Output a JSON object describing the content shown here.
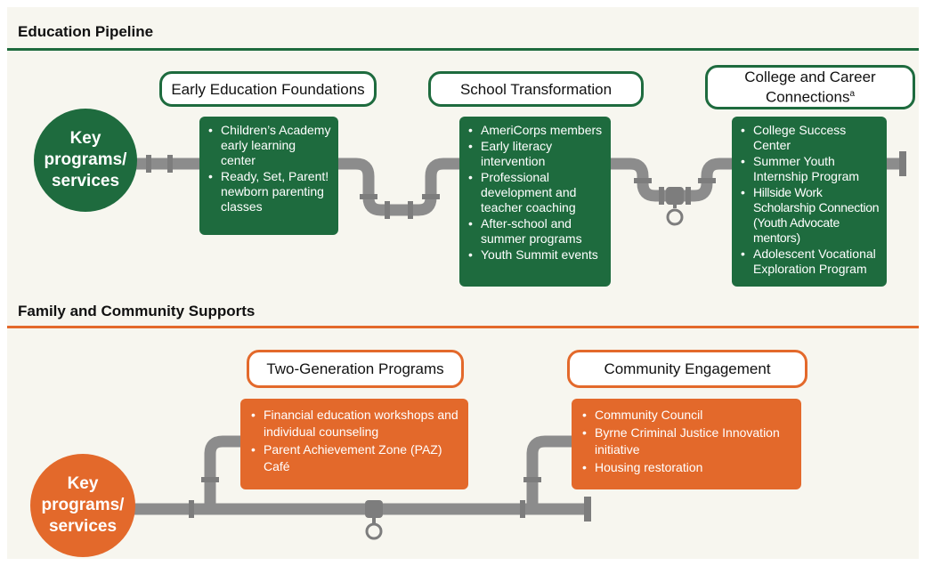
{
  "education": {
    "title": "Education Pipeline",
    "key_label_lines": [
      "Key",
      "programs/",
      "services"
    ],
    "stages": [
      {
        "header": [
          "Early Education Foundations"
        ],
        "items": [
          "Children’s Academy early learning center",
          "Ready, Set, Parent! newborn parenting classes"
        ]
      },
      {
        "header": [
          "School Transformation"
        ],
        "items": [
          "AmeriCorps members",
          "Early literacy intervention",
          "Professional development and teacher coaching",
          "After-school and summer programs",
          "Youth Summit events"
        ]
      },
      {
        "header": [
          "College and Career",
          "Connections"
        ],
        "header_sup": "a",
        "items": [
          "College Success Center",
          "Summer Youth Internship Program",
          "Hillside Work Scholarship Connection (Youth Advocate mentors)",
          "Adolescent Vocational Exploration Program"
        ]
      }
    ]
  },
  "family": {
    "title": "Family and Community Supports",
    "key_label_lines": [
      "Key",
      "programs/",
      "services"
    ],
    "stages": [
      {
        "header": [
          "Two-Generation Programs"
        ],
        "items": [
          "Financial education workshops and individual counseling",
          "Parent Achievement Zone (PAZ) Café"
        ]
      },
      {
        "header": [
          "Community Engagement"
        ],
        "items": [
          "Community Council",
          "Byrne Criminal Justice Innovation initiative",
          "Housing restoration"
        ]
      }
    ]
  },
  "colors": {
    "green": "#1e6b3e",
    "orange": "#e3692b",
    "pipe": "#8a8a8a",
    "background": "#f7f6ef"
  }
}
